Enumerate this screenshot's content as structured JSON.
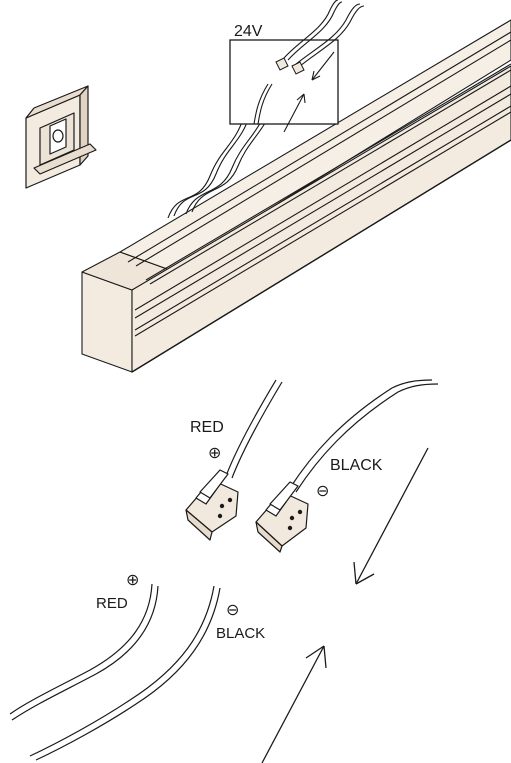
{
  "voltage_label": "24V",
  "connector_left": {
    "color_label": "RED",
    "polarity": "⊕"
  },
  "connector_right": {
    "color_label": "BLACK",
    "polarity": "⊖"
  },
  "wire_left": {
    "color_label": "RED",
    "polarity": "⊕"
  },
  "wire_right": {
    "color_label": "BLACK",
    "polarity": "⊖"
  },
  "colors": {
    "line": "#1a1a1a",
    "profile_fill": "#f3ebdf",
    "connector_fill": "#f1e9de"
  }
}
